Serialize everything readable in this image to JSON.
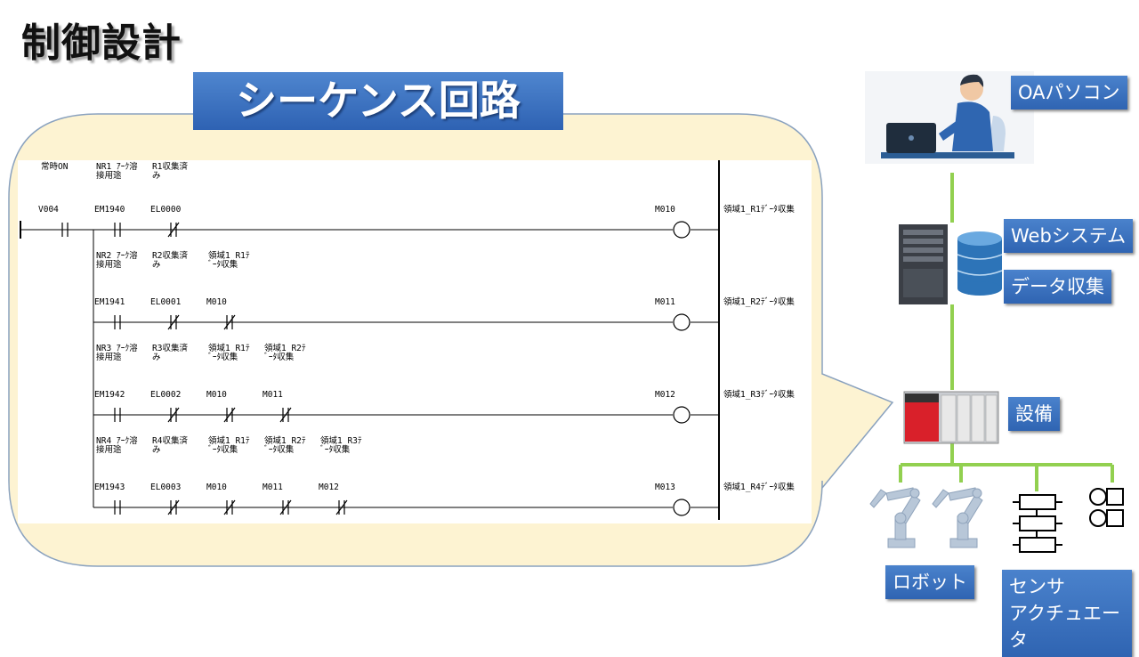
{
  "title": "制御設計",
  "banner": "シーケンス回路",
  "ladder": {
    "header_label": "常時ON",
    "rungs": [
      {
        "comments": [
          "NR1_ｱｰｸ溶\n接用途",
          "R1収集済\nみ"
        ],
        "contacts": [
          {
            "label": "EM1940",
            "type": "no"
          },
          {
            "label": "EL0000",
            "type": "nc"
          }
        ],
        "coil": "M010",
        "coil_comment": "領域1_R1ﾃﾞｰﾀ収集"
      },
      {
        "comments": [
          "NR2_ｱｰｸ溶\n接用途",
          "R2収集済\nみ",
          "領域1_R1ﾃ\nﾞｰﾀ収集"
        ],
        "contacts": [
          {
            "label": "EM1941",
            "type": "no"
          },
          {
            "label": "EL0001",
            "type": "nc"
          },
          {
            "label": "M010",
            "type": "nc"
          }
        ],
        "coil": "M011",
        "coil_comment": "領域1_R2ﾃﾞｰﾀ収集"
      },
      {
        "comments": [
          "NR3_ｱｰｸ溶\n接用途",
          "R3収集済\nみ",
          "領域1_R1ﾃ\nﾞｰﾀ収集",
          "領域1_R2ﾃ\nﾞｰﾀ収集"
        ],
        "contacts": [
          {
            "label": "EM1942",
            "type": "no"
          },
          {
            "label": "EL0002",
            "type": "nc"
          },
          {
            "label": "M010",
            "type": "nc"
          },
          {
            "label": "M011",
            "type": "nc"
          }
        ],
        "coil": "M012",
        "coil_comment": "領域1_R3ﾃﾞｰﾀ収集"
      },
      {
        "comments": [
          "NR4_ｱｰｸ溶\n接用途",
          "R4収集済\nみ",
          "領域1_R1ﾃ\nﾞｰﾀ収集",
          "領域1_R2ﾃ\nﾞｰﾀ収集",
          "領域1_R3ﾃ\nﾞｰﾀ収集"
        ],
        "contacts": [
          {
            "label": "EM1943",
            "type": "no"
          },
          {
            "label": "EL0003",
            "type": "nc"
          },
          {
            "label": "M010",
            "type": "nc"
          },
          {
            "label": "M011",
            "type": "nc"
          },
          {
            "label": "M012",
            "type": "nc"
          }
        ],
        "coil": "M013",
        "coil_comment": "領域1_R4ﾃﾞｰﾀ収集"
      }
    ],
    "first_contact": "V004"
  },
  "network": {
    "oa_pc": "OAパソコン",
    "web_system": "Webシステム",
    "data_collection": "データ収集",
    "equipment": "設備",
    "robot": "ロボット",
    "sensor_actuator": "センサ\nアクチュエータ"
  },
  "colors": {
    "banner": "#3a73c4",
    "bubble_fill": "#fdf3d2",
    "bubble_stroke": "#8aa2bf",
    "link_line": "#92d050",
    "tag": "#3a73c4"
  }
}
